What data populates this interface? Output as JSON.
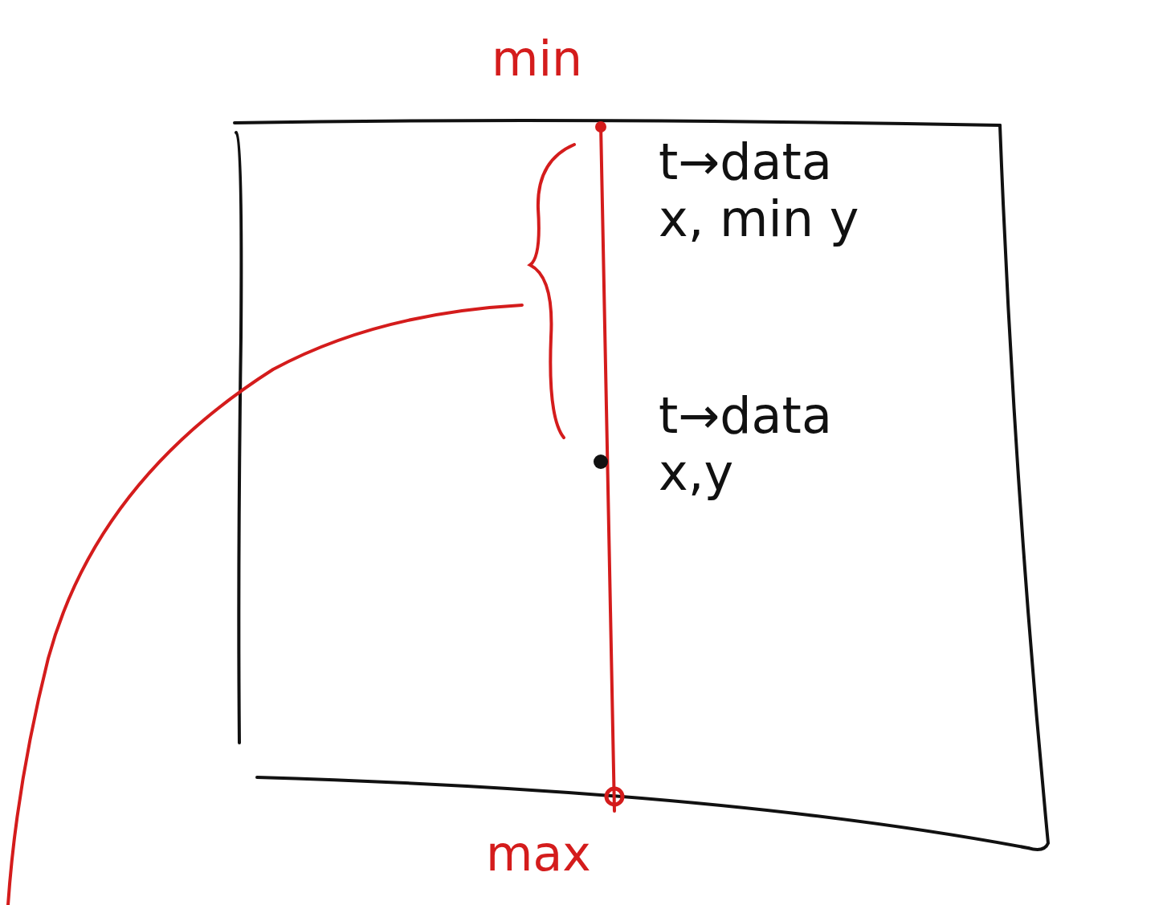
{
  "diagram": {
    "nodes": [
      {
        "text": [
          "t→data x, min y",
          "t→data x,y"
        ]
      }
    ],
    "labels": [
      "min",
      "max"
    ]
  }
}
